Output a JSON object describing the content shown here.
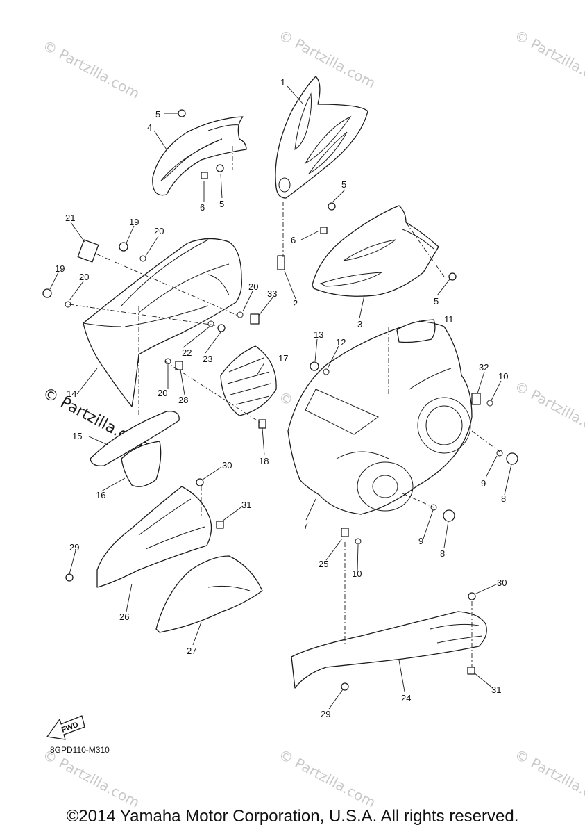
{
  "watermark": "© Partzilla.com",
  "diagram_code": "8GPD110-M310",
  "fwd_label": "FWD",
  "copyright": "©2014 Yamaha Motor Corporation, U.S.A. All rights reserved.",
  "callouts": [
    "1",
    "2",
    "3",
    "4",
    "5",
    "5",
    "5",
    "5",
    "6",
    "6",
    "7",
    "8",
    "8",
    "9",
    "9",
    "10",
    "10",
    "11",
    "12",
    "13",
    "14",
    "15",
    "16",
    "17",
    "18",
    "19",
    "19",
    "20",
    "20",
    "20",
    "20",
    "21",
    "22",
    "23",
    "24",
    "25",
    "26",
    "27",
    "28",
    "29",
    "29",
    "30",
    "30",
    "31",
    "31",
    "32",
    "33"
  ]
}
